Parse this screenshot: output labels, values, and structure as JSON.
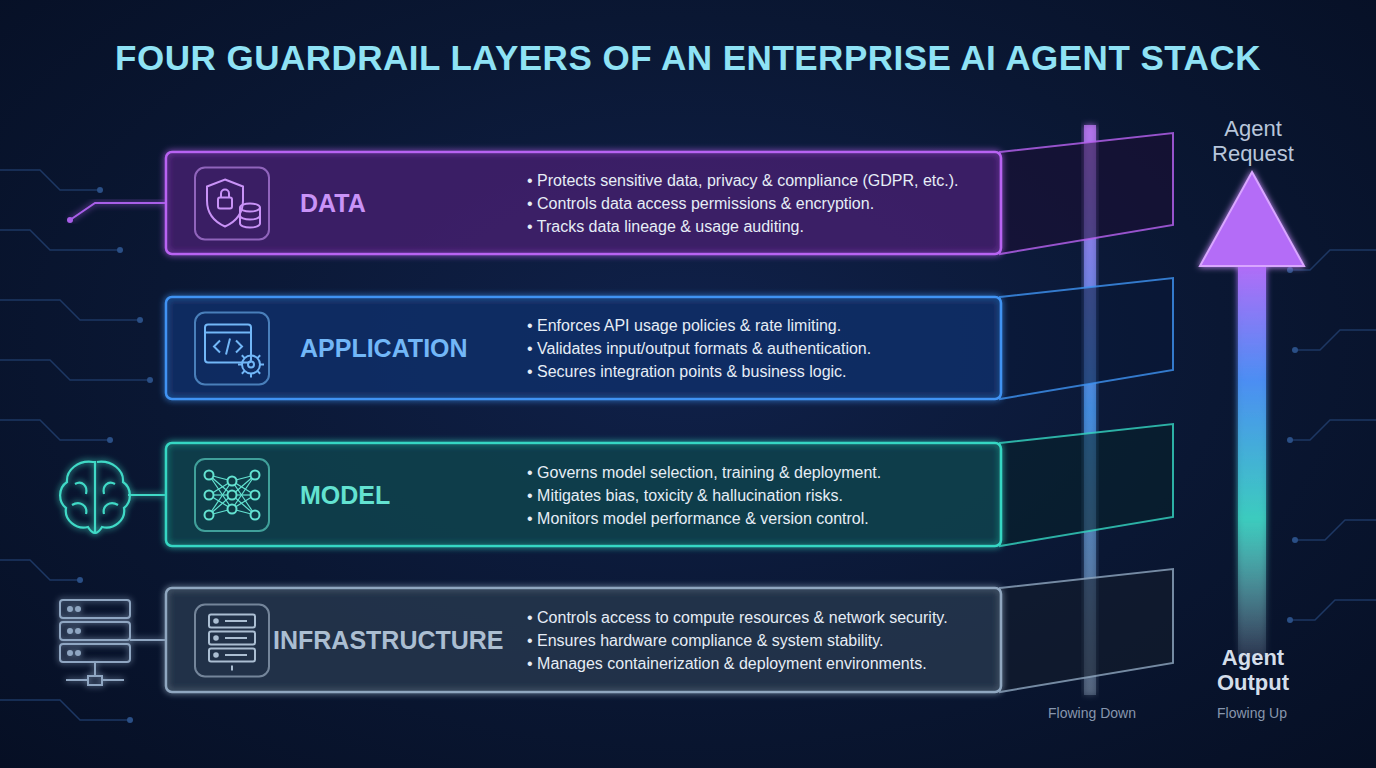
{
  "diagram": {
    "title": "FOUR GUARDRAIL LAYERS OF AN ENTERPRISE AI AGENT STACK",
    "nodes": [
      {
        "text": [
          "DATA",
          "• Protects sensitive data, privacy & compliance (GDPR, etc.).",
          "• Controls data access permissions & encryption.",
          "• Tracks data lineage & usage auditing."
        ]
      },
      {
        "text": [
          "APPLICATION",
          "• Enforces API usage policies & rate limiting.",
          "• Validates input/output formats & authentication.",
          "• Secures integration points & business logic."
        ]
      },
      {
        "text": [
          "MODEL",
          "• Governs model selection, training & deployment.",
          "• Mitigates bias, toxicity & hallucination risks.",
          "• Monitors model performance & version control."
        ]
      },
      {
        "text": [
          "INFRASTRUCTURE",
          "• Controls access to compute resources & network security.",
          "• Ensures hardware compliance & system stability.",
          "• Manages containerization & deployment environments."
        ]
      }
    ],
    "edges": [
      {
        "from": 0,
        "to": 1,
        "arrow": "to"
      },
      {
        "from": 1,
        "to": 2,
        "arrow": "to"
      },
      {
        "from": 2,
        "to": 3,
        "arrow": "to"
      }
    ],
    "labels": [
      "Agent Request",
      "Agent Output",
      "Flowing Down",
      "Flowing Up"
    ]
  }
}
